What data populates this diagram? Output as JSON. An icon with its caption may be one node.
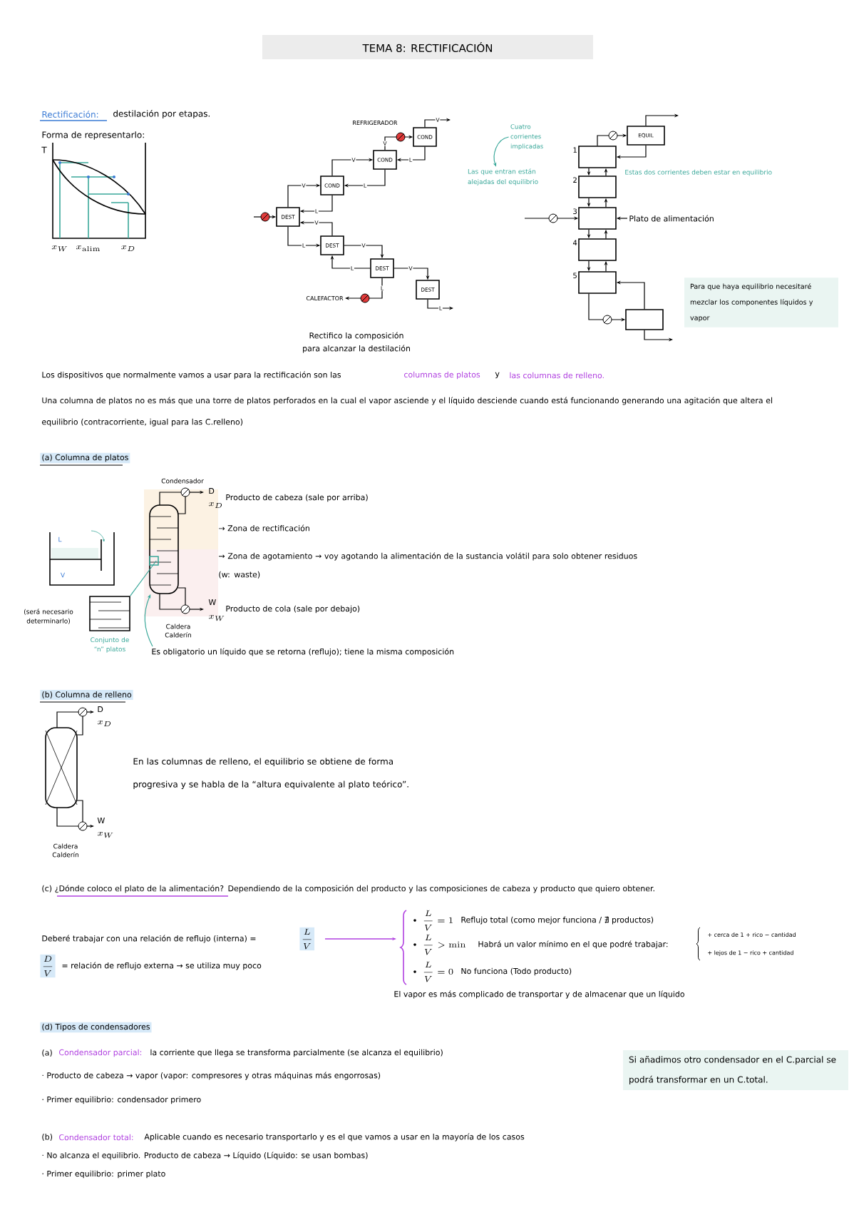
{
  "diagram": {
    "title": "TEMA 8: RECTIFICACIÓN",
    "nodes": [
      {
        "text": [
          "DEST"
        ]
      },
      {
        "text": [
          "COND"
        ]
      },
      {
        "text": [
          "COND"
        ]
      },
      {
        "text": [
          "COND"
        ]
      },
      {
        "text": [
          "DEST"
        ]
      },
      {
        "text": [
          "DEST"
        ]
      },
      {
        "text": [
          "DEST"
        ]
      },
      {
        "text": [
          "EQUIL"
        ]
      },
      {
        "text": [],
        "shape": "box",
        "beside": [
          "1"
        ]
      },
      {
        "text": [],
        "shape": "box",
        "beside": [
          "2"
        ]
      },
      {
        "text": [],
        "shape": "box",
        "beside": [
          "3"
        ]
      },
      {
        "text": [],
        "shape": "box",
        "beside": [
          "4"
        ]
      },
      {
        "text": [],
        "shape": "box",
        "beside": [
          "5"
        ]
      },
      {
        "text": [],
        "shape": "box"
      },
      {
        "text": [
          "Para que haya equilibrio necesitaré mezclar los componentes líquidos y vapor"
        ]
      },
      {
        "text": [
          "Plato de alimentación"
        ]
      },
      {
        "text": [
          "Cuatro corrientes implicadas"
        ]
      },
      {
        "text": [
          "Las que entran están alejadas del equilibrio"
        ]
      },
      {
        "text": [],
        "shape": "cylinder"
      },
      {
        "text": [],
        "shape": "box"
      },
      {
        "text": [
          "Es obligatorio un líquido que se retorna (reflujo); tiene la misma composición"
        ]
      },
      {
        "text": [],
        "shape": "cylinder"
      },
      {
        "text": [
          "Si añadimos otro condensador en el C.parcial se podrá transformar en un C.total."
        ]
      },
      {
        "text": [
          "CALEFACTOR"
        ]
      }
    ],
    "edges": [
      {
        "from": null,
        "to": 0,
        "arrow": "to"
      },
      {
        "from": 0,
        "to": 1,
        "arrow": "to",
        "label": "V"
      },
      {
        "from": 1,
        "to": 0,
        "arrow": "to",
        "label": "L"
      },
      {
        "from": 1,
        "to": 2,
        "arrow": "to",
        "label": "V"
      },
      {
        "from": 2,
        "to": 1,
        "arrow": "to",
        "label": "L"
      },
      {
        "from": 2,
        "to": 3,
        "arrow": "to",
        "label": "V"
      },
      {
        "from": 3,
        "to": 2,
        "arrow": "to",
        "label": "L"
      },
      {
        "from": 3,
        "to": null,
        "arrow": "to",
        "label": "V"
      },
      {
        "from": 0,
        "to": 4,
        "arrow": "to",
        "label": "L"
      },
      {
        "from": 4,
        "to": 0,
        "arrow": "to",
        "label": "V"
      },
      {
        "from": 4,
        "to": 5,
        "arrow": "to",
        "label": "V"
      },
      {
        "from": 5,
        "to": 4,
        "arrow": "to",
        "label": "L"
      },
      {
        "from": 5,
        "to": 6,
        "arrow": "to",
        "label": "V"
      },
      {
        "from": 5,
        "to": 23,
        "arrow": "to",
        "label": "L"
      },
      {
        "from": 6,
        "to": null,
        "arrow": "to",
        "label": "L"
      },
      {
        "from": 8,
        "to": 7,
        "arrow": "to"
      },
      {
        "from": 7,
        "to": 8,
        "arrow": "to"
      },
      {
        "from": 7,
        "to": null,
        "arrow": "to"
      },
      {
        "from": 8,
        "to": 9,
        "arrow": "to"
      },
      {
        "from": 9,
        "to": 8,
        "arrow": "to"
      },
      {
        "from": 9,
        "to": 10,
        "arrow": "to"
      },
      {
        "from": 10,
        "to": 9,
        "arrow": "to"
      },
      {
        "from": 10,
        "to": 11,
        "arrow": "to"
      },
      {
        "from": 11,
        "to": 10,
        "arrow": "to"
      },
      {
        "from": 11,
        "to": 12,
        "arrow": "to"
      },
      {
        "from": 12,
        "to": 11,
        "arrow": "to"
      },
      {
        "from": 12,
        "to": 13,
        "arrow": "to"
      },
      {
        "from": 13,
        "to": 12,
        "arrow": "to"
      },
      {
        "from": 13,
        "to": null,
        "arrow": "to"
      },
      {
        "from": null,
        "to": 10,
        "arrow": "to"
      },
      {
        "from": 15,
        "to": 10,
        "arrow": "to"
      },
      {
        "from": 16,
        "to": 17,
        "arrow": "to",
        "color": "#3aa89a"
      },
      {
        "from": 18,
        "to": 19,
        "arrow": "none",
        "color": "#3aa89a"
      },
      {
        "from": 20,
        "to": 18,
        "arrow": "to",
        "color": "#3aa89a"
      }
    ],
    "labels": [
      "Rectificación:",
      "destilación por etapas.",
      "Forma de representarlo:",
      "T",
      "x_{W}",
      "x_{\\mathrm{alim}}",
      "x_{D}",
      "REFRIGERADOR",
      "Rectifico la composición para alcanzar la destilación",
      "Estas dos corrientes deben estar en equilibrio",
      "Los dispositivos que normalmente vamos a usar para la rectificación son las",
      "columnas de platos",
      "y",
      "las columnas de relleno.",
      "Una columna de platos no es más que una torre de platos perforados en la cual el vapor asciende y el líquido desciende cuando está funcionando generando una agitación que altera el equilibrio (contracorriente, igual para las C.relleno)",
      "(a) Columna de platos",
      "Condensador",
      "D",
      "x_{D}",
      "Producto de cabeza (sale por arriba)",
      "→ Zona de rectificación",
      "→ Zona de agotamiento → voy agotando la alimentación de la sustancia volátil para solo obtener residuos (w: waste)",
      "W",
      "x_{W}",
      "Producto de cola (sale por debajo)",
      "Caldera Calderín",
      "L",
      "V",
      "(será necesario determinarlo)",
      "Conjunto de “n” platos",
      "(b) Columna de relleno",
      "D",
      "x_{D}",
      "W",
      "x_{W}",
      "Caldera Calderín",
      "En las columnas de relleno, el equilibrio se obtiene de forma progresiva y se habla de la “altura equivalente al plato teórico”.",
      "(c) ¿Dónde coloco el plato de la alimentación? Dependiendo de la composición del producto y las composiciones de cabeza y producto que quiero obtener.",
      "Deberé trabajar con una relación de reflujo (interna) =",
      "\\frac{L}{V}",
      "\\frac{L}{V}=1",
      "Reflujo total (como mejor funciona / ∄ productos)",
      "\\frac{L}{V}>\\mathrm{min}",
      "Habrá un valor mínimo en el que podré trabajar:",
      "+ cerca de 1 + rico − cantidad",
      "+ lejos de 1 − rico + cantidad",
      "\\frac{L}{V}=0",
      "No funciona (Todo producto)",
      "El vapor es más complicado de transportar y de almacenar que un líquido",
      "\\frac{D}{V}",
      "= relación de reflujo externa → se utiliza muy poco",
      "(d) Tipos de condensadores",
      "(a)",
      "Condensador parcial:",
      "la corriente que llega se transforma parcialmente (se alcanza el equilibrio)",
      "· Producto de cabeza → vapor (vapor: compresores y otras máquinas más engorrosas)",
      "· Primer equilibrio: condensador primero",
      "(b)",
      "Condensador total:",
      "Aplicable cuando es necesario transportarlo y es el que vamos a usar en la mayoría de los casos",
      "· No alcanza el equilibrio. Producto de cabeza → Líquido (Líquido: se usan bombas)",
      "· Primer equilibrio: primer plato"
    ]
  }
}
